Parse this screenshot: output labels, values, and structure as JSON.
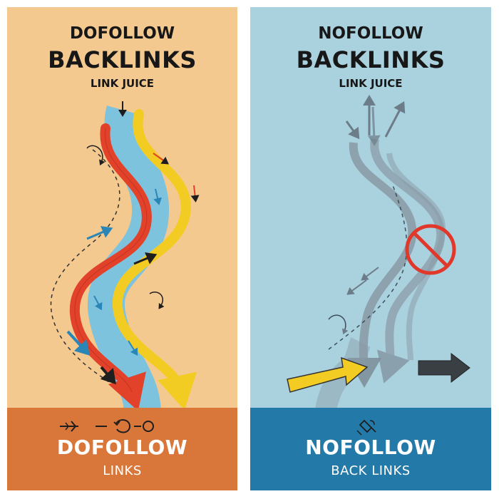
{
  "dofollow": {
    "title_top": "DOFOLLOW",
    "title_main": "BACKLINKS",
    "subtitle": "LINK JUICE",
    "footer_title": "DOFOLLOW",
    "footer_subtitle": "LINKS"
  },
  "nofollow": {
    "title_top": "NOFOLLOW",
    "title_main": "BACKLINKS",
    "subtitle": "LINK JUICE",
    "footer_title": "NOFOLLOW",
    "footer_subtitle": "BACK LINKS"
  },
  "colors": {
    "dofollow_bg": "#f3c98f",
    "dofollow_footer": "#d9773a",
    "nofollow_bg": "#a9d1de",
    "nofollow_footer": "#2379a8",
    "stream_blue": "#7ec3de",
    "arrow_red": "#e2412a",
    "arrow_yellow": "#f2cc22",
    "arrow_gray": "#8a9aa6",
    "block_red": "#e0382b"
  },
  "icons": [
    "airplane-icon",
    "refresh-cycle-icon",
    "satellite-icon",
    "no-entry-icon",
    "arrow-right-icon"
  ]
}
